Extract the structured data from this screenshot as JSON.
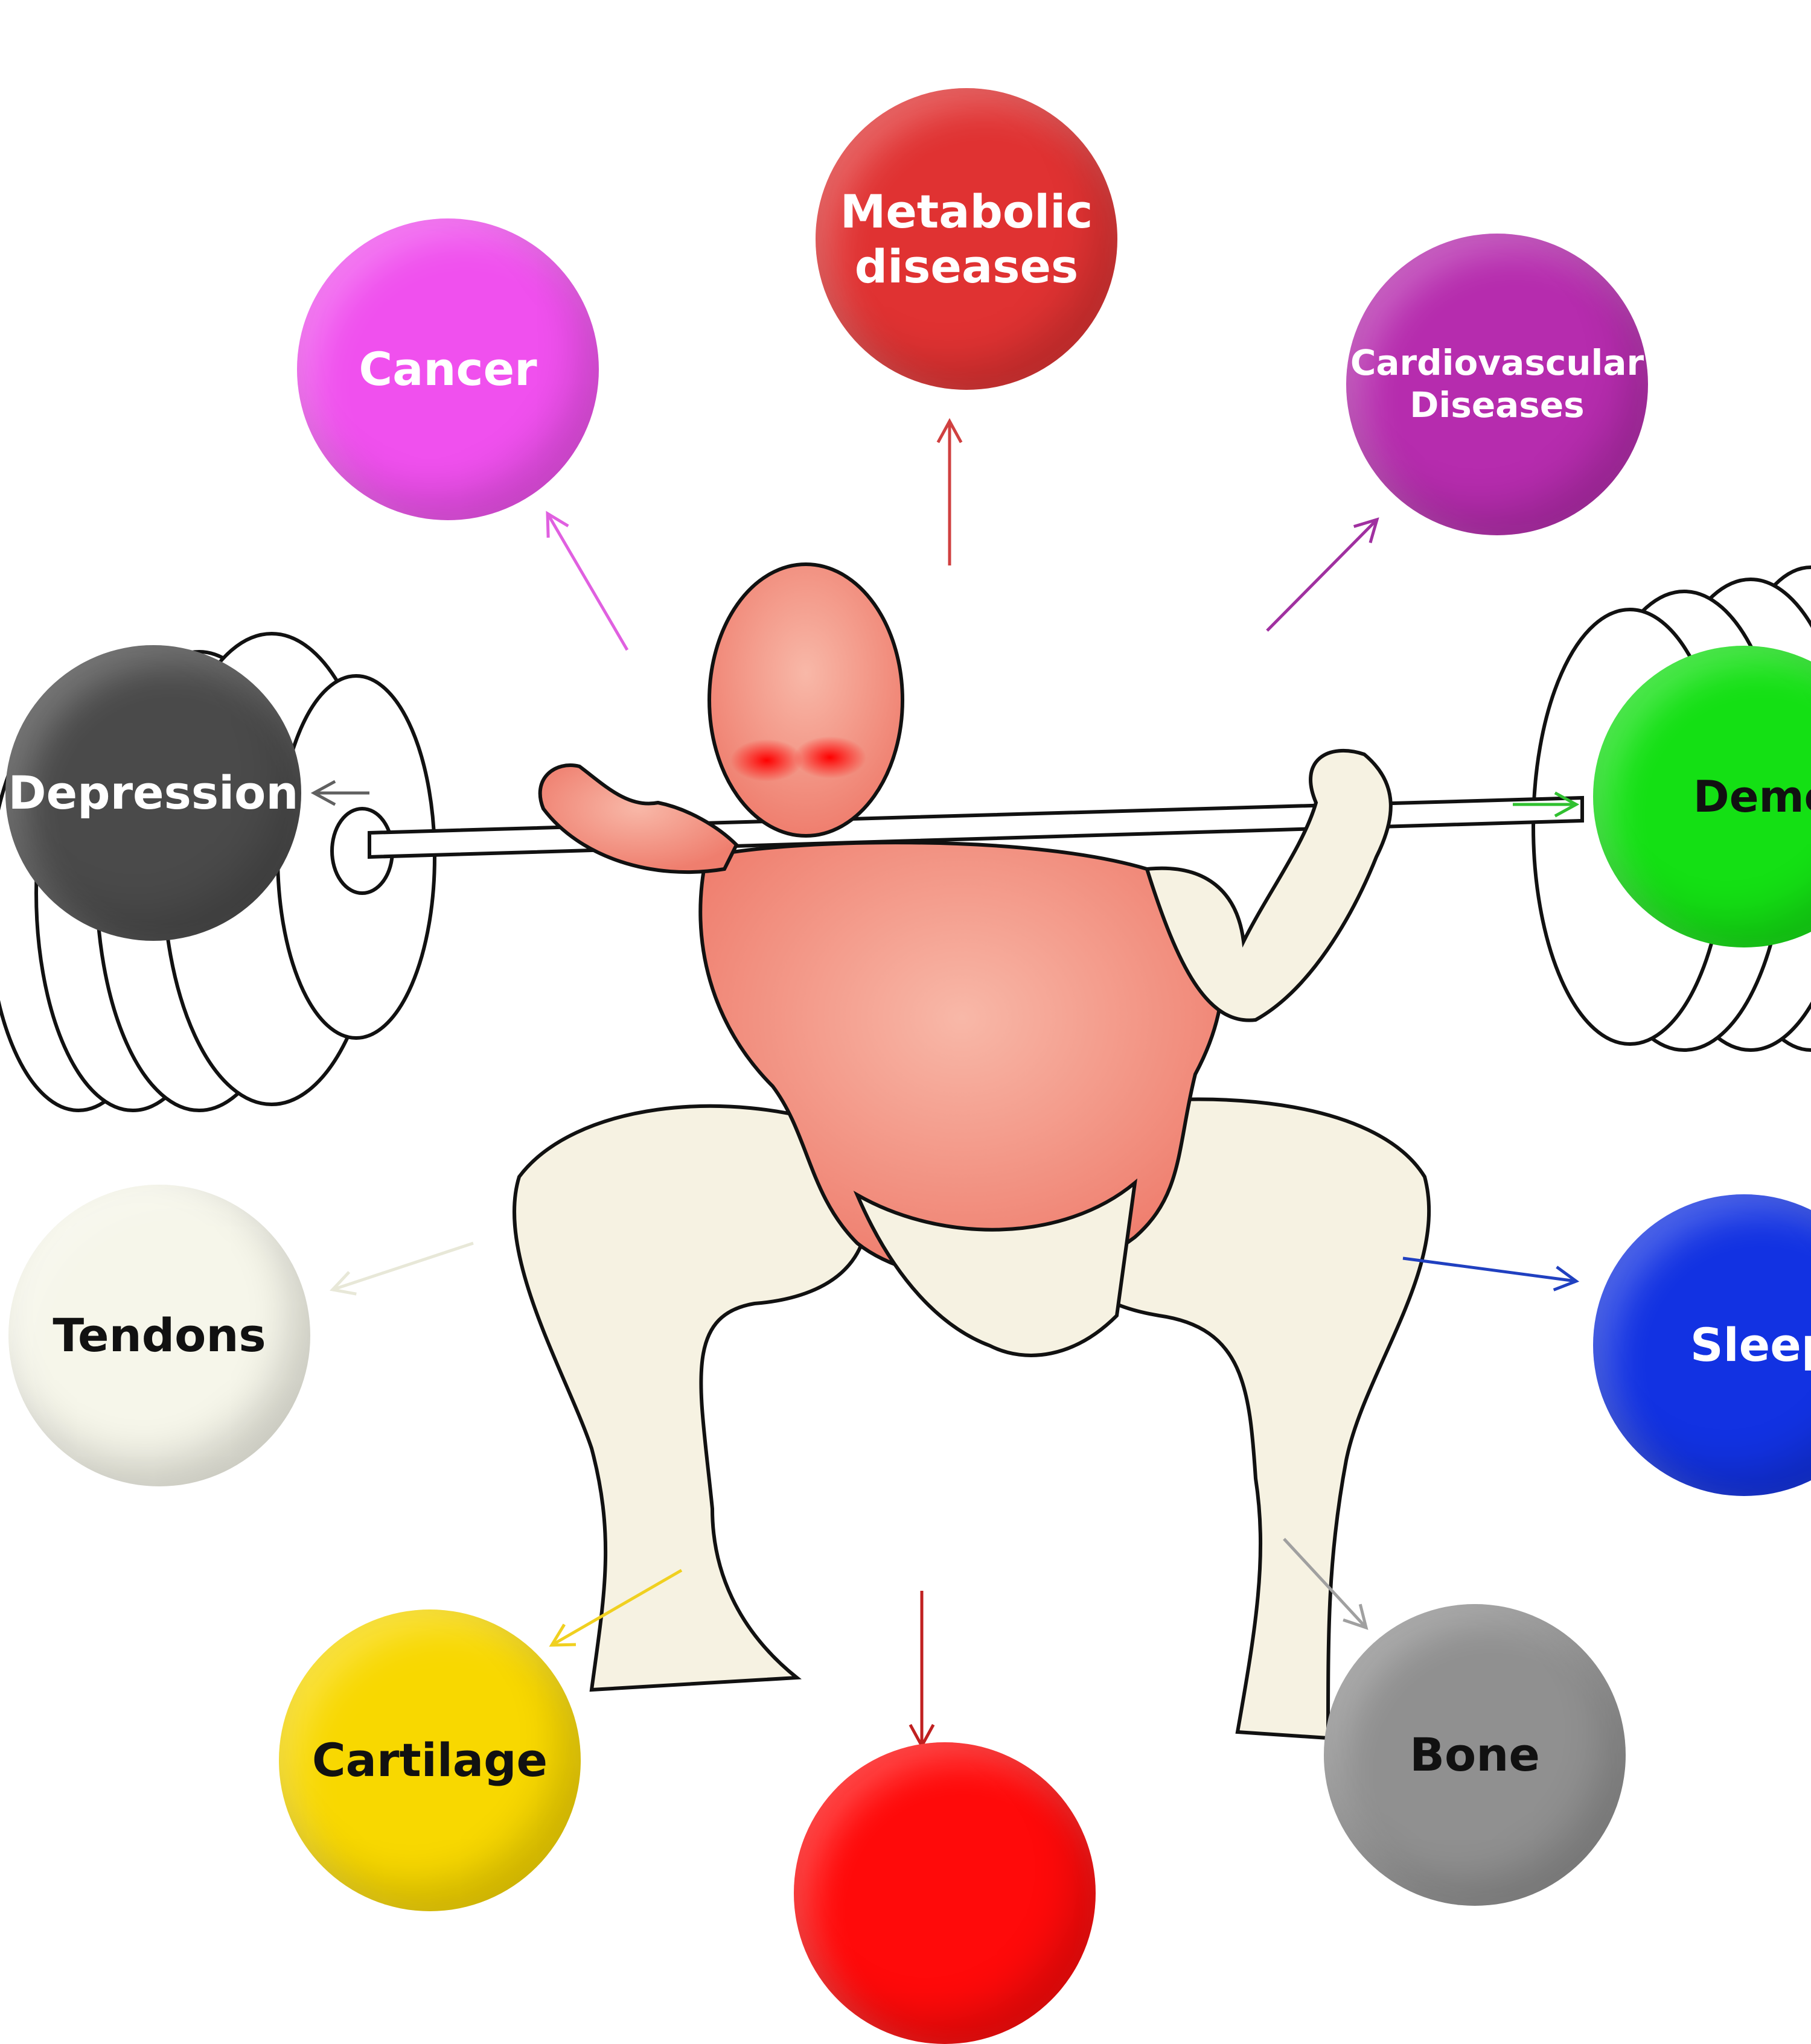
{
  "diagram": {
    "nodes": [
      {
        "id": "metabolic",
        "label_line1": "Metabolic",
        "label_line2": "diseases",
        "color": "#e03232",
        "text_color": "#ffffff"
      },
      {
        "id": "cancer",
        "label_line1": "Cancer",
        "label_line2": "",
        "color": "#f050ee",
        "text_color": "#ffffff"
      },
      {
        "id": "cardiovascular",
        "label_line1": "Cardiovascular",
        "label_line2": "Diseases",
        "color": "#b62cae",
        "text_color": "#ffffff"
      },
      {
        "id": "depression",
        "label_line1": "Depression",
        "label_line2": "",
        "color": "#4a4a4a",
        "text_color": "#ffffff"
      },
      {
        "id": "dementia",
        "label_line1": "Dement",
        "label_line2": "",
        "color": "#14e014",
        "text_color": "#111111"
      },
      {
        "id": "tendons",
        "label_line1": "Tendons",
        "label_line2": "",
        "color": "#f6f6ea",
        "text_color": "#111111"
      },
      {
        "id": "sleep",
        "label_line1": "Sleep",
        "label_line2": "",
        "color": "#1232e2",
        "text_color": "#ffffff"
      },
      {
        "id": "cartilage",
        "label_line1": "Cartilage",
        "label_line2": "",
        "color": "#f8d800",
        "text_color": "#111111"
      },
      {
        "id": "bone",
        "label_line1": "Bone",
        "label_line2": "",
        "color": "#909090",
        "text_color": "#111111"
      },
      {
        "id": "bottom",
        "label_line1": "",
        "label_line2": "",
        "color": "#ff0a0a",
        "text_color": "#ffffff"
      }
    ],
    "arrow_colors": {
      "cancer": "#e060e0",
      "metabolic": "#d04040",
      "cardiovascular": "#a030a0",
      "depression": "#606060",
      "dementia": "#30c030",
      "tendons": "#e8e8d8",
      "sleep": "#2040c0",
      "cartilage": "#f0d020",
      "bone": "#a0a0a0",
      "bottom": "#c02020"
    },
    "skin_color": "#f4a090",
    "cloth_color": "#f6f2e2"
  }
}
